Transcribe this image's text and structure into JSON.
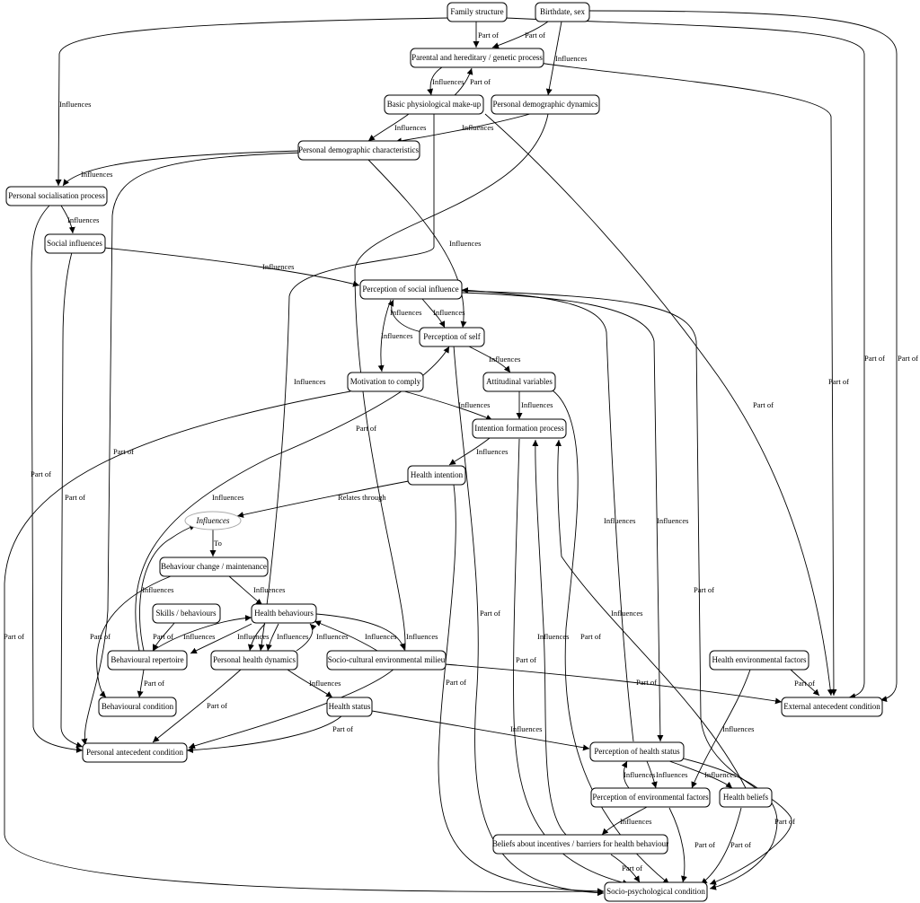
{
  "nodes": {
    "family_structure": "Family structure",
    "birthdate_sex": "Birthdate, sex",
    "parental_hereditary": "Parental and hereditary / genetic process",
    "basic_physiological": "Basic physiological make-up",
    "personal_demographic_dynamics": "Personal demographic dynamics",
    "personal_demographic_characteristics": "Personal demographic characteristics",
    "personal_socialisation": "Personal socialisation process",
    "social_influences": "Social influences",
    "perception_social_influence": "Perception of social influence",
    "perception_of_self": "Perception of self",
    "motivation_to_comply": "Motivation to comply",
    "attitudinal_variables": "Attitudinal variables",
    "intention_formation": "Intention formation process",
    "health_intention": "Health intention",
    "influences_hub": "Influences",
    "behaviour_change": "Behaviour change / maintenance",
    "skills_behaviours": "Skills / behaviours",
    "health_behaviours": "Health behaviours",
    "behavioural_repertoire": "Behavioural repertoire",
    "personal_health_dynamics": "Personal health dynamics",
    "socio_cultural_milieu": "Socio-cultural environmental milieu",
    "health_environmental_factors": "Health environmental factors",
    "behavioural_condition": "Behavioural condition",
    "health_status": "Health status",
    "external_antecedent": "External antecedent condition",
    "personal_antecedent": "Personal  antecedent condition",
    "perception_health_status": "Perception of health status",
    "perception_environmental": "Perception of environmental factors",
    "health_beliefs": "Health beliefs",
    "beliefs_incentives": "Beliefs about incentives / barriers for health behaviour",
    "socio_psychological": "Socio-psychological condition"
  },
  "edge_labels": {
    "influences": "Influences",
    "part_of": "Part of",
    "relates_through": "Relates through",
    "to": "To"
  }
}
